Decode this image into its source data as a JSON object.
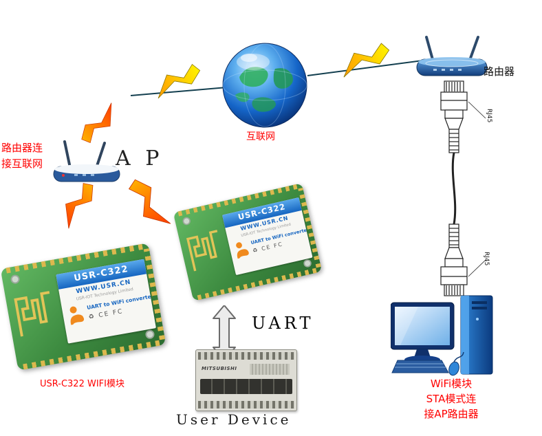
{
  "diagram": {
    "internet": {
      "label": "互联网"
    },
    "router": {
      "label": "路由器"
    },
    "ap": {
      "label": "A P",
      "note_line1": "路由器连",
      "note_line2": "接互联网"
    },
    "wifi_module": {
      "caption": "USR-C322 WIFI模块",
      "model": "USR-C322",
      "website": "WWW.USR.CN",
      "company": "USR-IOT Technology Limited",
      "product": "UART to WiFi converter",
      "certs": "♻ CE FC"
    },
    "uart": {
      "label": "UART"
    },
    "user_device": {
      "label": "User Device",
      "brand": "MITSUBISHI"
    },
    "cable": {
      "rj45_top": "RJ45",
      "rj45_bottom": "RJ45"
    },
    "pc": {
      "note_line1": "WiFi模块",
      "note_line2": "STA模式连",
      "note_line3": "接AP路由器"
    }
  },
  "colors": {
    "annotation_red": "#ff0000",
    "bolt_orange": "#ff5400",
    "bolt_yellow": "#ffd800",
    "pcb_green": "#3d8b40",
    "label_blue": "#1565c0"
  }
}
